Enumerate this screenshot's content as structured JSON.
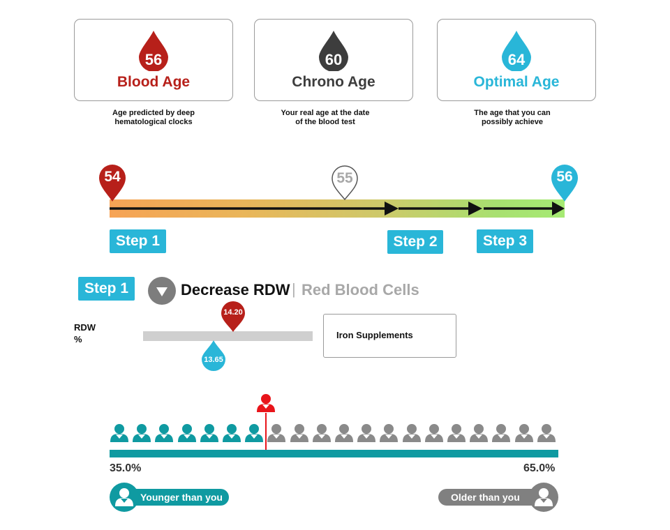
{
  "cards": [
    {
      "value": "56",
      "label": "Blood Age",
      "color": "#b7201a",
      "caption_lines": [
        "Age predicted by deep",
        "hematological clocks"
      ]
    },
    {
      "value": "60",
      "label": "Chrono Age",
      "color": "#3d3d3d",
      "caption_lines": [
        "Your real age at the date",
        "of the blood test"
      ]
    },
    {
      "value": "64",
      "label": "Optimal Age",
      "color": "#29b6d8",
      "caption_lines": [
        "The age that you can",
        "possibly achieve"
      ]
    }
  ],
  "timeline": {
    "start_value": "54",
    "mid_value": "55",
    "end_value": "56",
    "steps": [
      "Step 1",
      "Step 2",
      "Step 3"
    ]
  },
  "step_detail": {
    "badge": "Step 1",
    "direction_icon": "triangle-down-icon",
    "title": "Decrease RDW",
    "separator": "|",
    "subtitle": "Red Blood Cells",
    "metric_lines": [
      "RDW",
      "%"
    ],
    "current_value": "14.20",
    "target_value": "13.65",
    "recommendation": "Iron Supplements"
  },
  "population": {
    "younger_pct": "35.0%",
    "older_pct": "65.0%",
    "younger_label": "Younger than you",
    "older_label": "Older than you",
    "total_people": 20,
    "younger_people": 7,
    "younger_color": "#0f9aa1",
    "older_color": "#8a8a8a",
    "you_color": "#e8141a"
  }
}
